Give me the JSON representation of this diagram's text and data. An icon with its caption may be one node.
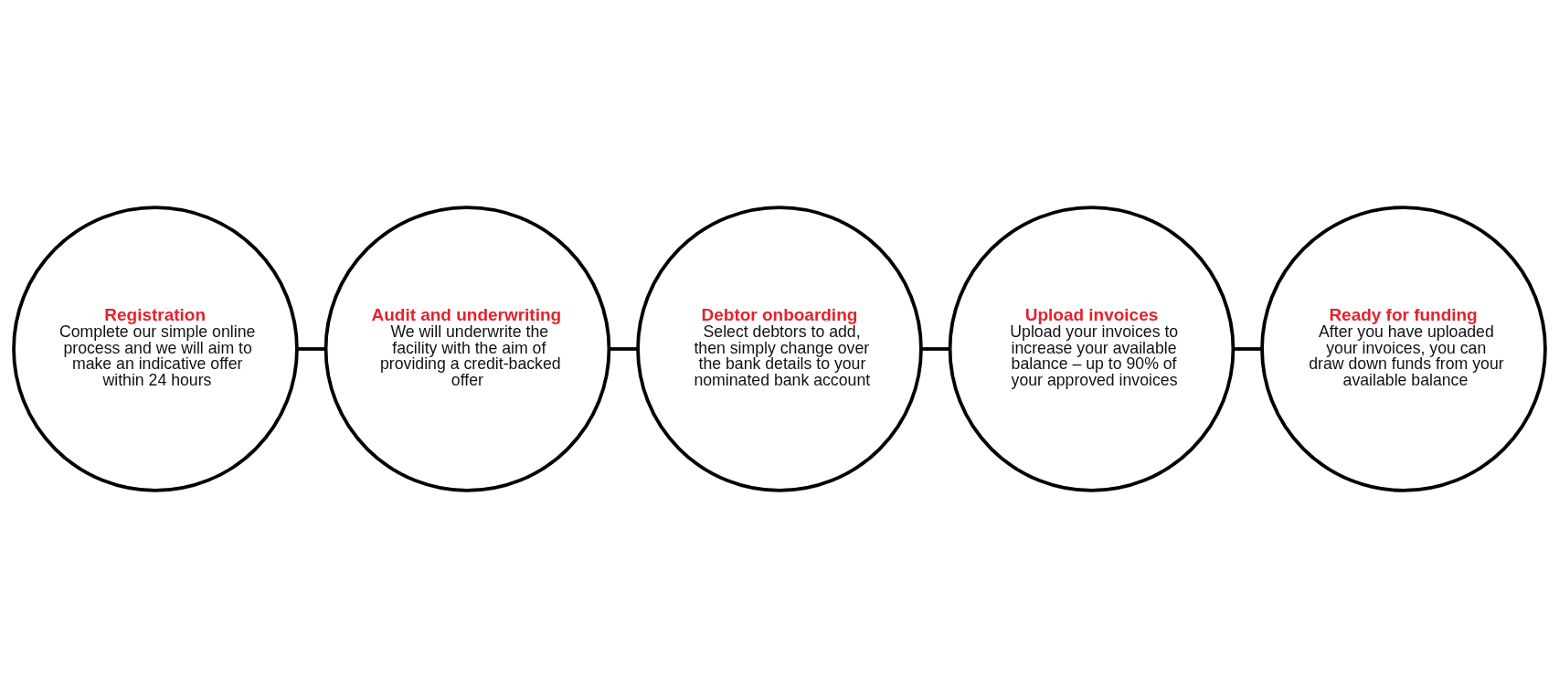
{
  "diagram": {
    "nodes": [
      {
        "text": [
          "Registration",
          "Complete our simple online process and we will aim to make an indicative offer within 24 hours"
        ]
      },
      {
        "text": [
          "Audit and underwriting",
          "We will underwrite the facility with the aim of providing a credit-backed offer"
        ]
      },
      {
        "text": [
          "Debtor onboarding",
          "Select debtors to add, then simply change over the bank details to your nominated bank account"
        ]
      },
      {
        "text": [
          "Upload invoices",
          "Upload your invoices to increase your available balance – up to 90% of your approved invoices"
        ]
      },
      {
        "text": [
          "Ready for funding",
          "After you have uploaded your invoices, you can draw down funds from your available balance"
        ]
      }
    ],
    "edges": [
      {
        "from": 0,
        "to": 1,
        "arrow": "none"
      },
      {
        "from": 1,
        "to": 2,
        "arrow": "none"
      },
      {
        "from": 2,
        "to": 3,
        "arrow": "none"
      },
      {
        "from": 3,
        "to": 4,
        "arrow": "none"
      }
    ]
  }
}
